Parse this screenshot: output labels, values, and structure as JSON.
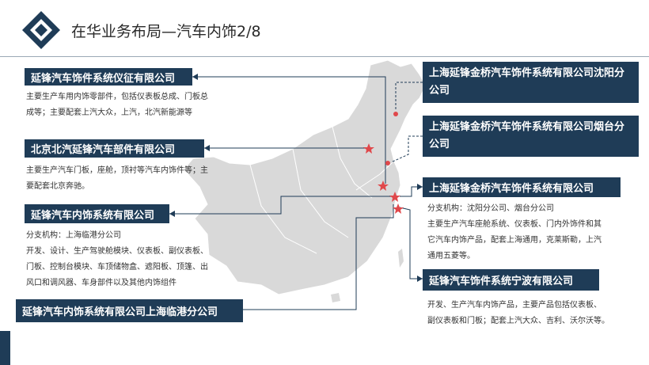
{
  "page": {
    "title": "在华业务布局—汽车内饰2/8"
  },
  "companies_left": [
    {
      "name": "延锋汽车饰件系统仪征有限公司",
      "desc": [
        "主要生产车用内饰零部件，包括仪表板总成、门板总",
        "成等；主要配套上汽大众，上汽，北汽新能源等"
      ]
    },
    {
      "name": "北京北汽延锋汽车部件有限公司",
      "desc": [
        "主要生产汽车门板，座舱，顶衬等汽车内饰件等；主",
        "要配套北京奔驰。"
      ]
    },
    {
      "name": "延锋汽车内饰系统有限公司",
      "desc": [
        "分支机构：上海临港分公司",
        "开发、设计、生产驾驶舱模块、仪表板、副仪表板、",
        "门板、控制台模块、车顶储物盒、遮阳板、顶篷、出",
        "风口和调风器、车身部件以及其他内饰组件"
      ]
    },
    {
      "name": "延锋汽车内饰系统有限公司上海临港分公司",
      "desc": []
    }
  ],
  "companies_right": [
    {
      "name": "上海延锋金桥汽车饰件系统有限公司沈阳分公司",
      "desc": []
    },
    {
      "name": "上海延锋金桥汽车饰件系统有限公司烟台分公司",
      "desc": []
    },
    {
      "name": "上海延锋金桥汽车饰件系统有限公司",
      "desc": [
        "分支机构：沈阳分公司、烟台分公司",
        "主要生产汽车座舱系统、仪表板、门内外饰件和其",
        "它汽车内饰产品，配套上海通用，克莱斯勒，上汽",
        "通用五菱等。"
      ]
    },
    {
      "name": "延锋汽车饰件系统宁波有限公司",
      "desc": [
        "开发、生产汽车内饰产品，主要产品包括仪表板、",
        "副仪表板和门板；配套上汽大众、吉利、沃尔沃等。"
      ]
    }
  ],
  "colors": {
    "label_bg": "#1f3c57",
    "map_fill": "#d9d9d9",
    "marker": "#e0484b",
    "connector": "#1f3c57"
  },
  "icons": {
    "logo": "diamond-logo-icon",
    "marker": "star-marker-icon"
  }
}
